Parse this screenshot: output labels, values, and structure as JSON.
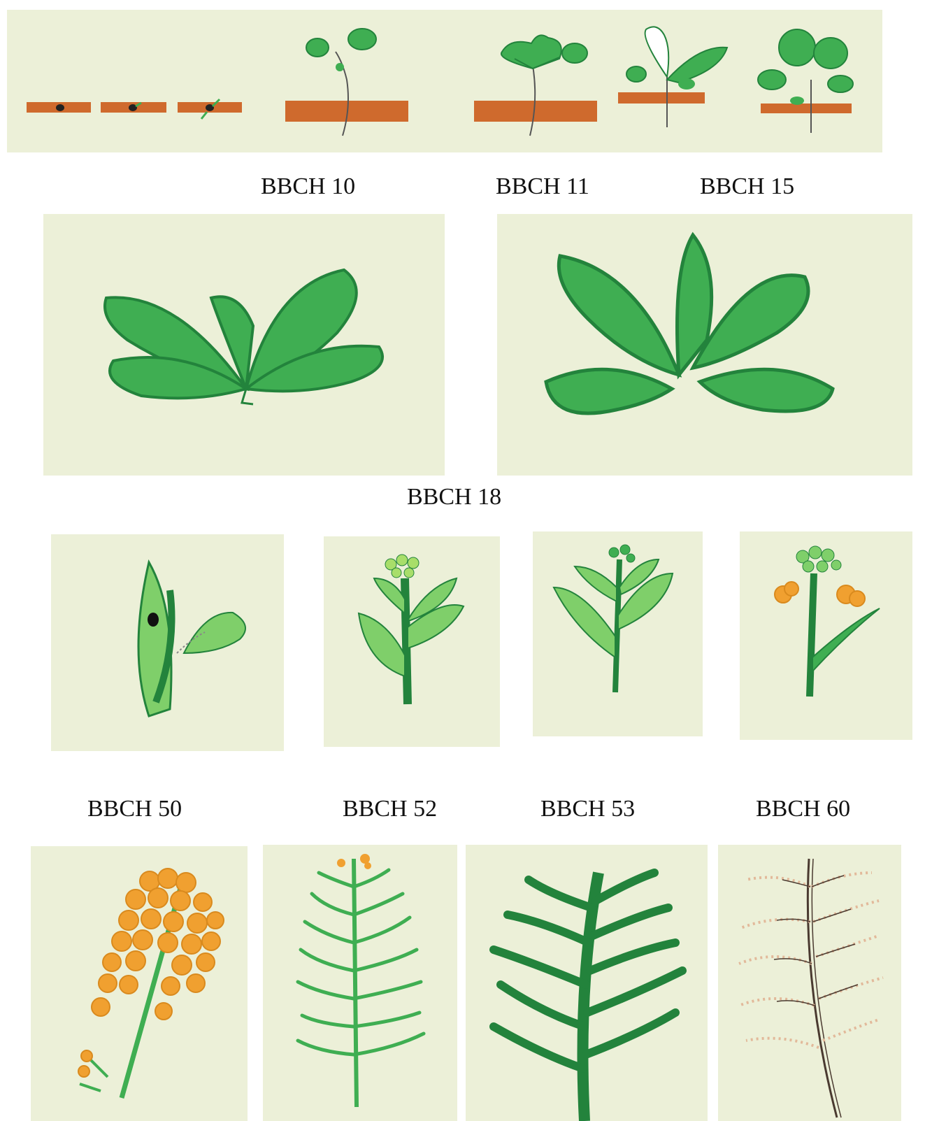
{
  "colors": {
    "panel_bg": "#ecf0d8",
    "soil": "#cf6a2d",
    "leaf": "#3fae52",
    "leaf_dark": "#23833c",
    "leaf_light": "#7fcf6a",
    "flower": "#f0a030",
    "flower_dark": "#d98a1e",
    "dry_pod": "#e2b99a",
    "dry_stem": "#4a3a30"
  },
  "labels": {
    "bbch10": "BBCH 10",
    "bbch11": "BBCH 11",
    "bbch15": "BBCH 15",
    "bbch18": "BBCH 18",
    "bbch50": "BBCH 50",
    "bbch52": "BBCH 52",
    "bbch53": "BBCH 53",
    "bbch60": "BBCH 60"
  }
}
